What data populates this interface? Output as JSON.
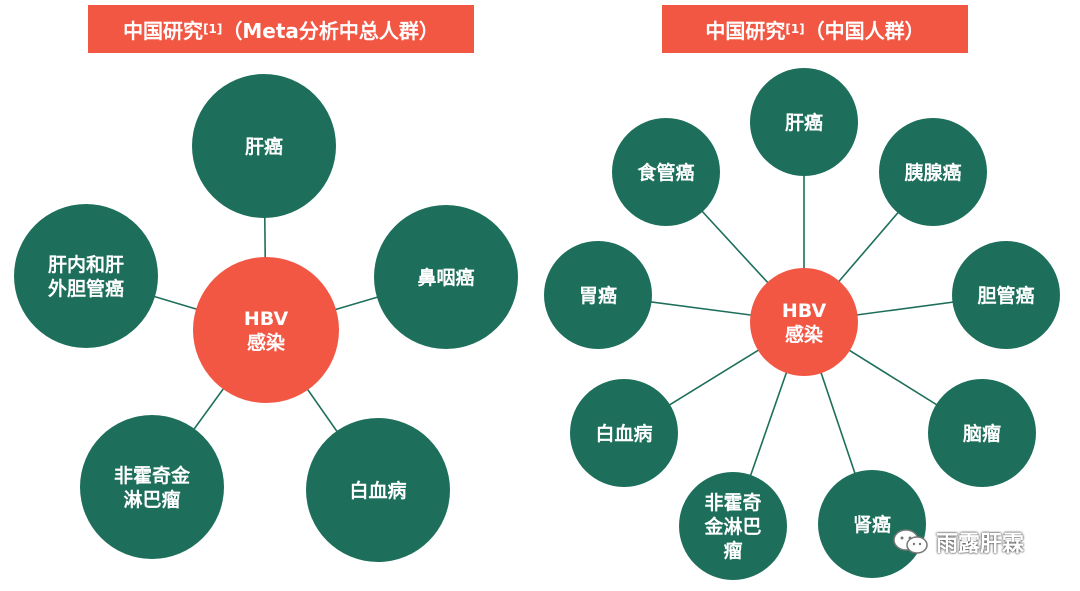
{
  "colors": {
    "banner": "#f25744",
    "hub": "#f25744",
    "node": "#1d6f5b",
    "line": "#1d6f5b",
    "text": "#ffffff"
  },
  "left": {
    "title_main": "中国研究",
    "title_sup": "[1]",
    "title_tail": "（Meta分析中总人群）",
    "hub": [
      "HBV",
      "感染"
    ],
    "nodes": [
      [
        "肝癌"
      ],
      [
        "鼻咽癌"
      ],
      [
        "白血病"
      ],
      [
        "非霍奇金",
        "淋巴瘤"
      ],
      [
        "肝内和肝",
        "外胆管癌"
      ]
    ]
  },
  "right": {
    "title_main": "中国研究",
    "title_sup": "[1]",
    "title_tail": "（中国人群）",
    "hub": [
      "HBV",
      "感染"
    ],
    "nodes": [
      [
        "肝癌"
      ],
      [
        "胰腺癌"
      ],
      [
        "胆管癌"
      ],
      [
        "脑瘤"
      ],
      [
        "肾癌"
      ],
      [
        "非霍奇",
        "金淋巴",
        "瘤"
      ],
      [
        "白血病"
      ],
      [
        "胃癌"
      ],
      [
        "食管癌"
      ]
    ]
  },
  "watermark": {
    "text": "雨露肝霖",
    "icon": "wechat-icon"
  }
}
